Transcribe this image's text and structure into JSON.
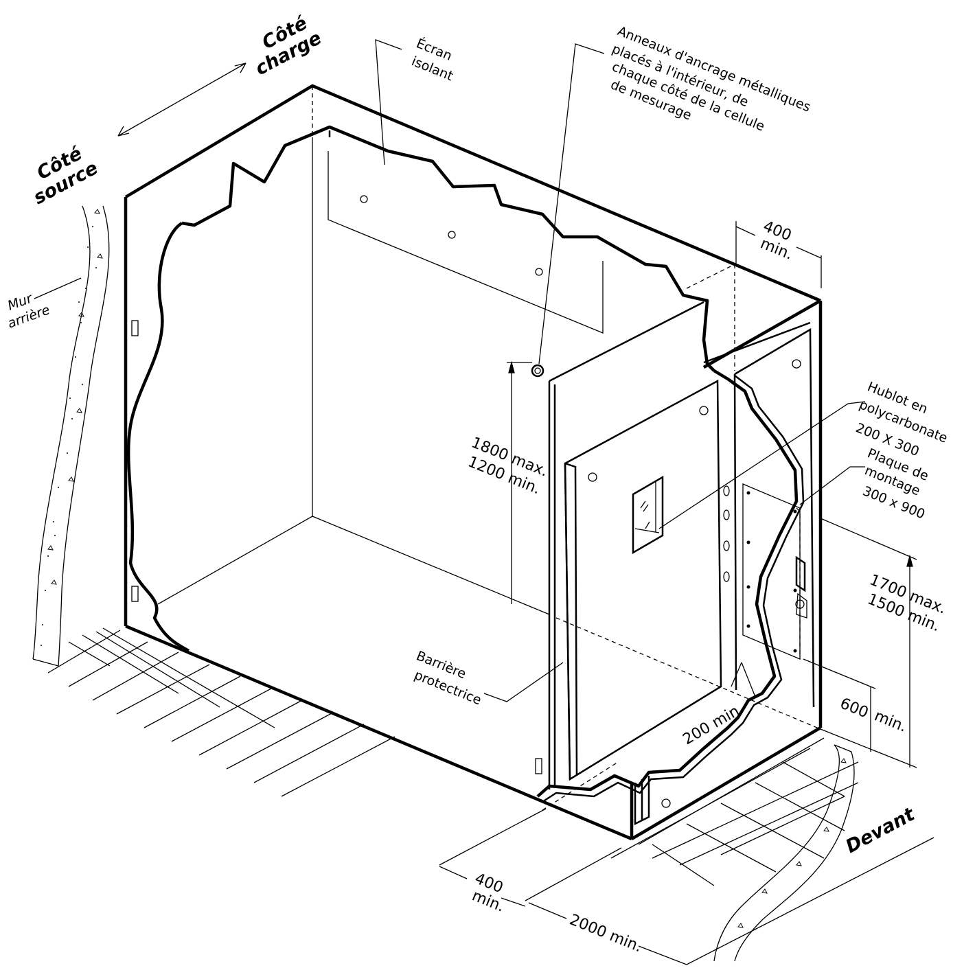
{
  "labels": {
    "cote_charge_1": "Côté",
    "cote_charge_2": "charge",
    "cote_source_1": "Côté",
    "cote_source_2": "source",
    "ecran_1": "Écran",
    "ecran_2": "isolant",
    "anneaux_1": "Anneaux d'ancrage métalliques",
    "anneaux_2": "placés à l'intérieur, de",
    "anneaux_3": "chaque côté de la cellule",
    "anneaux_4": "de mesurage",
    "mur_1": "Mur",
    "mur_2": "arrière",
    "hublot_1": "Hublot en",
    "hublot_2": "polycarbonate",
    "hublot_3": "200   X   300",
    "plaque_1": "Plaque de",
    "plaque_2": "montage",
    "plaque_3": "300 x 900",
    "barriere_1": "Barrière",
    "barriere_2": "protectrice",
    "devant": "Devant"
  },
  "dimensions": {
    "top_400_1": "400",
    "top_400_2": "min.",
    "height_max": "1800 max.",
    "height_min": "1200 min.",
    "plate_max": "1700 max.",
    "plate_min": "1500 min.",
    "d600": "600",
    "d600_min": "min.",
    "d200": "200 min.",
    "bottom_400_1": "400",
    "bottom_400_2": "min.",
    "d2000": "2000 min."
  }
}
